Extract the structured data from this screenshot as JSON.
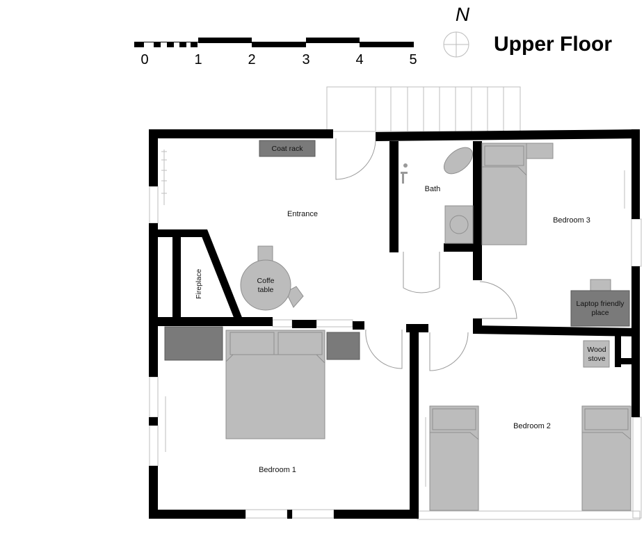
{
  "title": "Upper Floor",
  "north_label": "N",
  "scale": {
    "labels": [
      "0",
      "1",
      "2",
      "3",
      "4",
      "5"
    ]
  },
  "rooms": {
    "entrance": "Entrance",
    "bath": "Bath",
    "bedroom3": "Bedroom 3",
    "bedroom2": "Bedroom 2",
    "bedroom1": "Bedroom 1"
  },
  "furniture": {
    "coat_rack": "Coat rack",
    "fireplace": "Fireplace",
    "coffee_table_line1": "Coffe",
    "coffee_table_line2": "table",
    "laptop_line1": "Laptop friendly",
    "laptop_line2": "place",
    "wood_stove_line1": "Wood",
    "wood_stove_line2": "stove"
  },
  "colors": {
    "wall": "#000000",
    "furniture_light": "#bcbcbc",
    "furniture_dark": "#7a7a7a"
  }
}
